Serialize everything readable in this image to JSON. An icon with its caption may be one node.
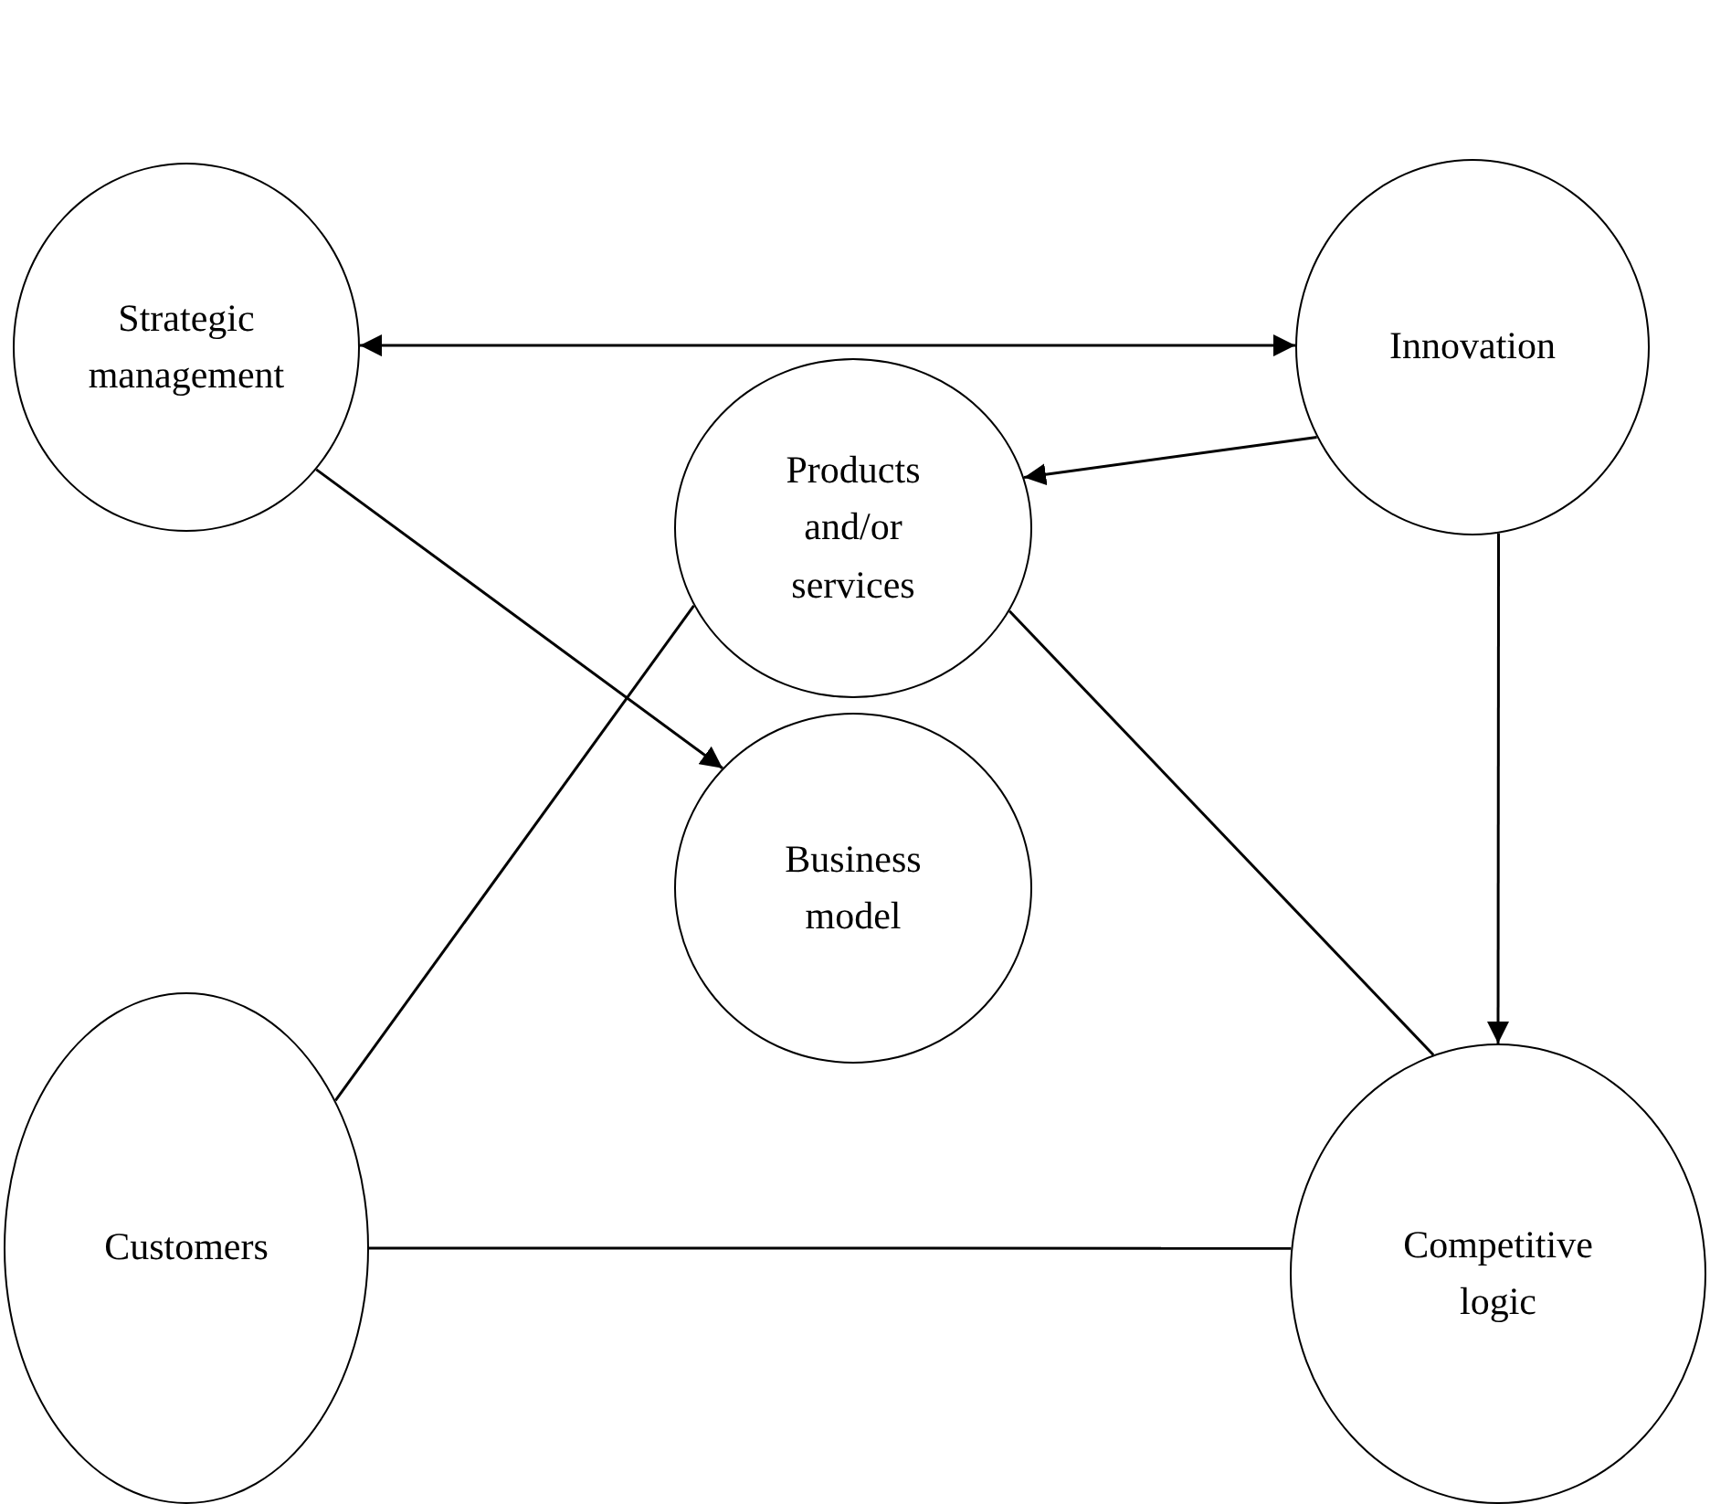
{
  "diagram": {
    "nodes": [
      {
        "text": [
          "Strategic management"
        ]
      },
      {
        "text": [
          "Innovation"
        ]
      },
      {
        "text": [
          "Products and/or services"
        ]
      },
      {
        "text": [
          "Business model"
        ]
      },
      {
        "text": [
          "Customers"
        ]
      },
      {
        "text": [
          "Competitive logic"
        ]
      }
    ],
    "edges": [
      {
        "from": 0,
        "to": 1,
        "arrow": "both"
      },
      {
        "from": 1,
        "to": 2,
        "arrow": "to"
      },
      {
        "from": 0,
        "to": 3,
        "arrow": "to"
      },
      {
        "from": 1,
        "to": 5,
        "arrow": "to"
      },
      {
        "from": 2,
        "to": 4,
        "arrow": "none"
      },
      {
        "from": 2,
        "to": 5,
        "arrow": "none"
      },
      {
        "from": 4,
        "to": 5,
        "arrow": "none"
      }
    ]
  }
}
